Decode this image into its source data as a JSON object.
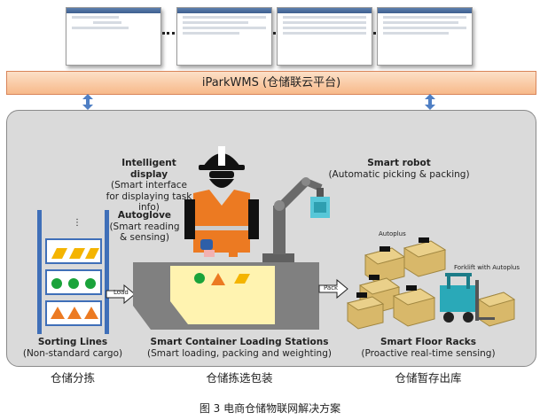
{
  "platform": {
    "label": "iParkWMS (仓储联云平台)"
  },
  "sections": {
    "intelligent_display": {
      "title": "Intelligent display",
      "desc": "(Smart interface for displaying task info)"
    },
    "autoglove": {
      "title": "Autoglove",
      "desc": "(Smart reading & sensing)"
    },
    "smart_robot": {
      "title": "Smart robot",
      "desc": "(Automatic picking & packing)"
    },
    "sorting_lines": {
      "title": "Sorting Lines",
      "desc": "(Non-standard cargo)"
    },
    "loading_stations": {
      "title": "Smart Container Loading Stations",
      "desc": "(Smart loading, packing and weighting)"
    },
    "floor_racks": {
      "title": "Smart Floor Racks",
      "desc": "(Proactive real-time sensing)"
    }
  },
  "small_labels": {
    "autoplus": "Autoplus",
    "forklift": "Forklift with Autoplus",
    "load": "Load",
    "pack": "Pack",
    "ellipsis": "⋮"
  },
  "chinese_labels": {
    "sorting": "仓储分拣",
    "picking": "仓储拣选包装",
    "storage": "仓储暂存出库"
  },
  "caption": "图 3 电商仓储物联网解决方案"
}
